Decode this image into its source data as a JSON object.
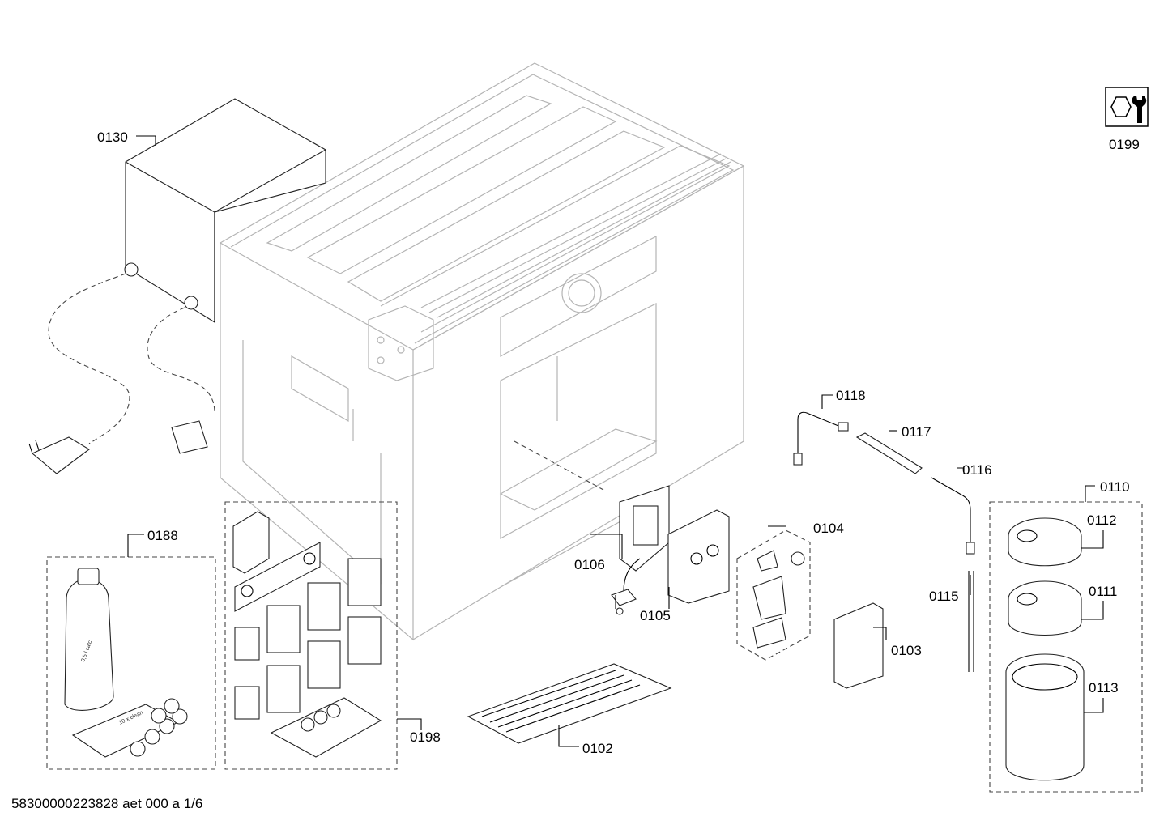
{
  "document_code": "58300000223828 aet 000 a 1/6",
  "bottle_label": "0,5 l calc",
  "box_label": "10 x clean",
  "service_icon": "service-tools-icon",
  "callouts": {
    "p0102": "0102",
    "p0103": "0103",
    "p0104": "0104",
    "p0105": "0105",
    "p0106": "0106",
    "p0110": "0110",
    "p0111": "0111",
    "p0112": "0112",
    "p0113": "0113",
    "p0115": "0115",
    "p0116": "0116",
    "p0117": "0117",
    "p0118": "0118",
    "p0130": "0130",
    "p0188": "0188",
    "p0198": "0198",
    "p0199": "0199"
  }
}
